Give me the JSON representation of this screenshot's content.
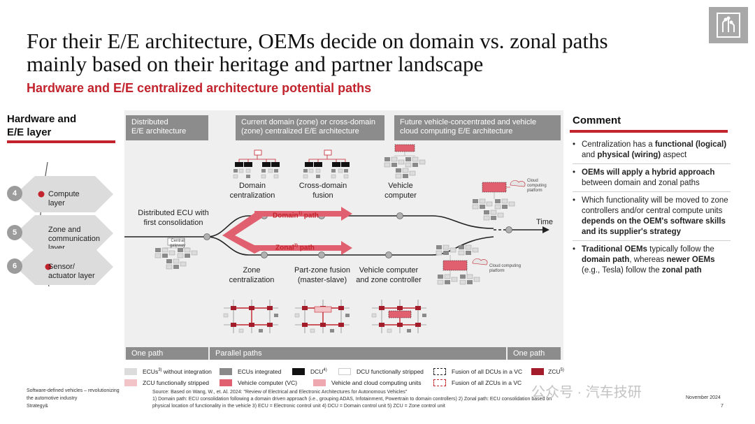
{
  "header": {
    "title_line1": "For their E/E architecture, OEMs decide on domain vs. zonal paths",
    "title_line2": "mainly based on their heritage and partner landscape",
    "subtitle": "Hardware and E/E centralized architecture potential paths"
  },
  "colors": {
    "accent_red": "#c2232c",
    "panel_bg": "#efefef",
    "phase_gray": "#8c8c8c",
    "pink": "#e1606f",
    "light_pink": "#f0b7bd"
  },
  "left_panel": {
    "heading_line1": "Hardware and",
    "heading_line2": "E/E layer",
    "layers": [
      {
        "num": "4",
        "line1": "Compute",
        "line2": "layer",
        "line3": ""
      },
      {
        "num": "5",
        "line1": "Zone and",
        "line2": "communication",
        "line3": "layer"
      },
      {
        "num": "6",
        "line1": "Sensor/",
        "line2": "actuator layer",
        "line3": ""
      }
    ]
  },
  "phases": {
    "distributed": {
      "line1": "Distributed",
      "line2": "E/E architecture"
    },
    "current": {
      "line1": "Current domain (zone) or cross-domain",
      "line2": "(zone) centralized E/E architecture"
    },
    "future": {
      "line1": "Future vehicle-concentrated and vehicle",
      "line2": "cloud computing E/E architecture"
    }
  },
  "footer_phases": {
    "left": "One path",
    "middle": "Parallel paths",
    "right": "One path"
  },
  "diagram": {
    "start_line1": "Distributed ECU with",
    "start_line2": "first consolidation",
    "domain_centralization_1": "Domain",
    "domain_centralization_2": "centralization",
    "cross_domain_1": "Cross-domain",
    "cross_domain_2": "fusion",
    "vehicle_computer_1": "Vehicle",
    "vehicle_computer_2": "computer",
    "zone_centralization_1": "Zone",
    "zone_centralization_2": "centralization",
    "part_zone_1": "Part-zone fusion",
    "part_zone_2": "(master-slave)",
    "vc_zone_1": "Vehicle computer",
    "vc_zone_2": "and zone controller",
    "domain_path": "Domain",
    "domain_path_sup": "1)",
    "domain_path_suffix": " path",
    "zonal_path": "Zonal",
    "zonal_path_sup": "2)",
    "zonal_path_suffix": " path",
    "time": "Time",
    "central_gateway": "Central gateway",
    "cloud_platform": "Cloud computing platform",
    "cloud_platform_2": "Cloud computing platform"
  },
  "comment": {
    "heading": "Comment",
    "items": [
      {
        "a": "Centralization has a ",
        "b": "functional (logical)",
        "c": " and ",
        "d": "physical (wiring)",
        "e": " aspect"
      },
      {
        "a": "",
        "b": "OEMs will apply a hybrid approach",
        "c": " between domain and zonal paths",
        "d": "",
        "e": ""
      },
      {
        "a": "Which functionality will be moved to zone controllers and/or central compute units ",
        "b": "depends on the OEM's software skills and its supplier's strategy",
        "c": "",
        "d": "",
        "e": ""
      },
      {
        "a": "",
        "b": "Traditional OEMs",
        "c": " typically follow the ",
        "d": "domain path",
        "e": ", whereas ",
        "f": "newer OEMs",
        "g": " (e.g., Tesla) follow the ",
        "h": "zonal path"
      }
    ]
  },
  "legend": [
    {
      "label": "ECUs",
      "sup": "3)",
      "suffix": " without integration",
      "color": "#dcdcdc",
      "style": "solid"
    },
    {
      "label": "ECUs integrated",
      "sup": "",
      "suffix": "",
      "color": "#8a8a8a",
      "style": "solid"
    },
    {
      "label": "DCU",
      "sup": "4)",
      "suffix": "",
      "color": "#111111",
      "style": "solid"
    },
    {
      "label": "DCU functionally stripped",
      "sup": "",
      "suffix": "",
      "color": "#ffffff",
      "style": "outline"
    },
    {
      "label": "Fusion of all DCUs in a VC",
      "sup": "",
      "suffix": "",
      "color": "#ffffff",
      "style": "dashed-dark"
    },
    {
      "label": "ZCU",
      "sup": "5)",
      "suffix": "",
      "color": "#a31c2a",
      "style": "solid"
    },
    {
      "label": "ZCU functionally stripped",
      "sup": "",
      "suffix": "",
      "color": "#f2c4c8",
      "style": "solid"
    },
    {
      "label": "Vehicle computer (VC)",
      "sup": "",
      "suffix": "",
      "color": "#e1606f",
      "style": "solid"
    },
    {
      "label": "Vehicle and cloud computing units",
      "sup": "",
      "suffix": "",
      "color": "#eda8b0",
      "style": "solid"
    },
    {
      "label": "Fusion of all ZCUs in a VC",
      "sup": "",
      "suffix": "",
      "color": "#ffffff",
      "style": "dashed-red"
    }
  ],
  "footer": {
    "left_line1": "Software-defined vehicles – revolutionizing",
    "left_line2": "the automotive industry",
    "left_line3": "Strategy&",
    "source_line1": "Source: Based on Wang, W., et. Al. 2024: \"Review of Electrical and Electronic Architectures for Autonomous Vehicles\"",
    "source_line2": "1) Domain path: ECU consolidation following a domain driven approach (i.e., grouping ADAS, Infotainment, Powertrain to domain controllers)  2) Zonal path: ECU consolidation based on",
    "source_line3": "physical location of functionality in the vehicle  3) ECU = Electronic control unit  4) DCU = Domain control unit  5) ZCU = Zone control unit",
    "date": "November 2024",
    "page": "7",
    "watermark": "公众号 · 汽车技研"
  }
}
